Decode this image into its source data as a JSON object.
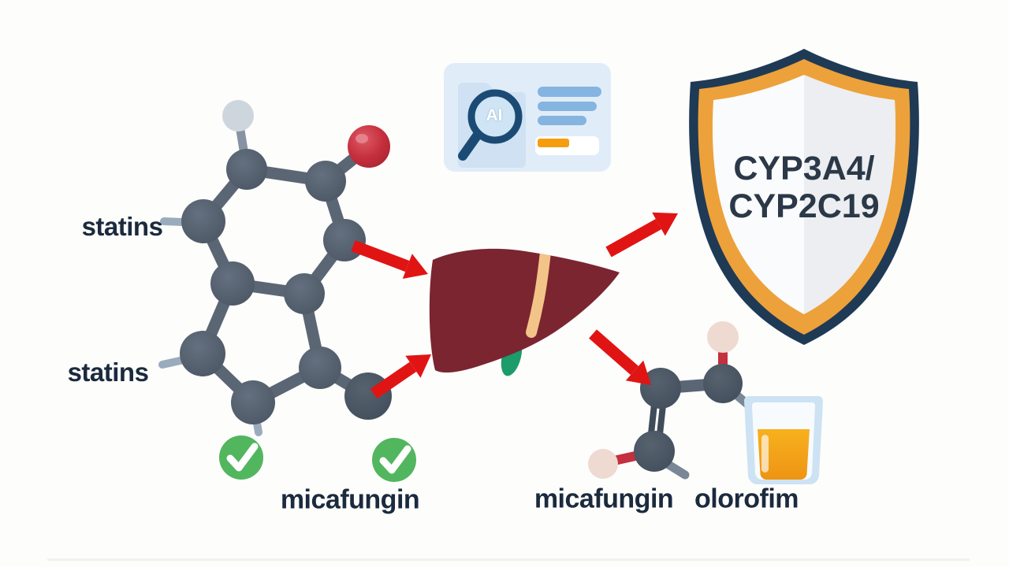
{
  "labels": {
    "statins_top": "statins",
    "statins_bottom": "statins",
    "micafungin_left": "micafungin",
    "micafungin_right": "micafungin",
    "olorofim": "olorofim"
  },
  "shield": {
    "line1": "CYP3A4/",
    "line2": "CYP2C19"
  },
  "ai_card": {
    "badge": "AI"
  },
  "icons": {
    "liver": "liver-icon",
    "shield": "shield-icon",
    "magnifier": "ai-magnifier-icon",
    "checkmark": "checkmark-icon",
    "arrow": "red-arrow-icon",
    "glass": "drink-glass-icon",
    "molecule": "ball-and-stick-molecule"
  },
  "colors": {
    "background": "#fdfdfc",
    "text_dark": "#1b2a3d",
    "arrow_red": "#e11414",
    "atom_gray": "#535e6d",
    "hydrogen_gray": "#ced6dd",
    "oxygen_red": "#c62f3d",
    "pink_atom": "#eedad1",
    "check_green": "#52b65e",
    "liver_maroon": "#7b2531",
    "liver_dark": "#5e1f2b",
    "liver_band": "#f3c487",
    "gallbladder_green": "#1b9c6a",
    "shield_navy": "#1f3a55",
    "shield_orange": "#eda13b",
    "shield_face": "#fafbfc",
    "shield_face_shade": "#eceef1",
    "card_bg": "#e0edf8",
    "card_folder": "#cfe1f3",
    "magnifier_navy": "#1b4b74",
    "lens_blue": "#cfe4f4",
    "bar_blue": "#85b4e0",
    "bar_orange": "#f59d0e",
    "glass_blue": "#cde2f3",
    "liquid_amber": "#f5a81c"
  }
}
